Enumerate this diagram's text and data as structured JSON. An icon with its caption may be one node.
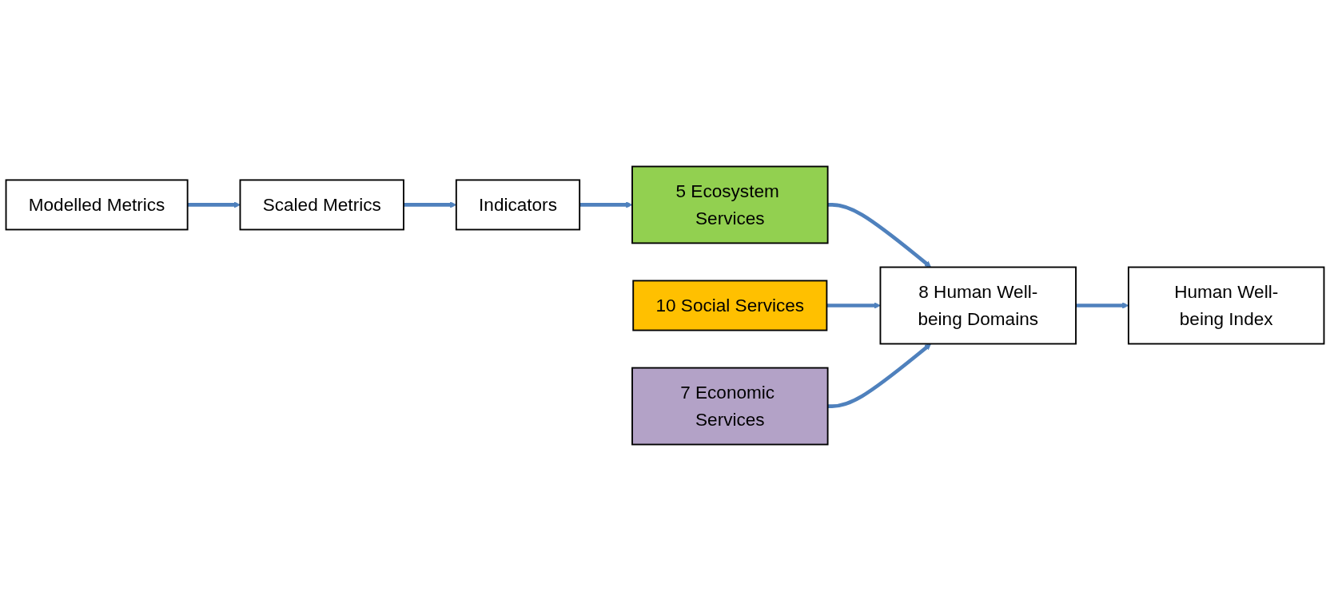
{
  "diagram": {
    "nodes": [
      {
        "text": [
          "Modelled Metrics"
        ]
      },
      {
        "text": [
          "Scaled Metrics"
        ]
      },
      {
        "text": [
          "Indicators"
        ]
      },
      {
        "text": [
          "5 Ecosystem Services"
        ]
      },
      {
        "text": [
          "10 Social Services"
        ]
      },
      {
        "text": [
          "7 Economic Services"
        ]
      },
      {
        "text": [
          "8 Human Well-being Domains"
        ]
      },
      {
        "text": [
          "Human Well-being Index"
        ]
      }
    ],
    "edges": [
      {
        "from": 0,
        "to": 1,
        "arrow": "to"
      },
      {
        "from": 1,
        "to": 2,
        "arrow": "to"
      },
      {
        "from": 2,
        "to": 3,
        "arrow": "to"
      },
      {
        "from": 3,
        "to": 6,
        "arrow": "to"
      },
      {
        "from": 4,
        "to": 6,
        "arrow": "to"
      },
      {
        "from": 5,
        "to": 6,
        "arrow": "to"
      },
      {
        "from": 6,
        "to": 7,
        "arrow": "to"
      }
    ]
  }
}
